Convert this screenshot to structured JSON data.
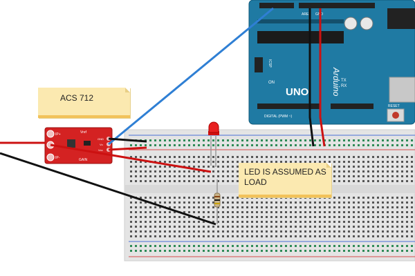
{
  "notes": {
    "sensor": "ACS 712",
    "load": "LED IS ASSUMED AS LOAD"
  },
  "arduino": {
    "brand": "Arduino",
    "model": "UNO",
    "tx": "TX",
    "rx": "RX",
    "on": "ON",
    "reset": "RESET",
    "icsp": "ICSP",
    "digital": "DIGITAL (PWM ~)",
    "aref": "AREF",
    "gnd": "GND"
  },
  "sensor_board": {
    "ip_plus": "IP+",
    "ip_minus": "IP-",
    "vref": "Vref",
    "gain": "GAIN",
    "pin_gnd": "GND",
    "pin_vo": "Vo",
    "pin_vcc": "Vcc"
  },
  "colors": {
    "arduino": "#1f7aa3",
    "sensor": "#d42222",
    "wire_red": "#cc1111",
    "wire_black": "#111111",
    "wire_blue": "#2f7fd4",
    "note": "#fbe9b0",
    "breadboard": "#e6e6e6"
  }
}
